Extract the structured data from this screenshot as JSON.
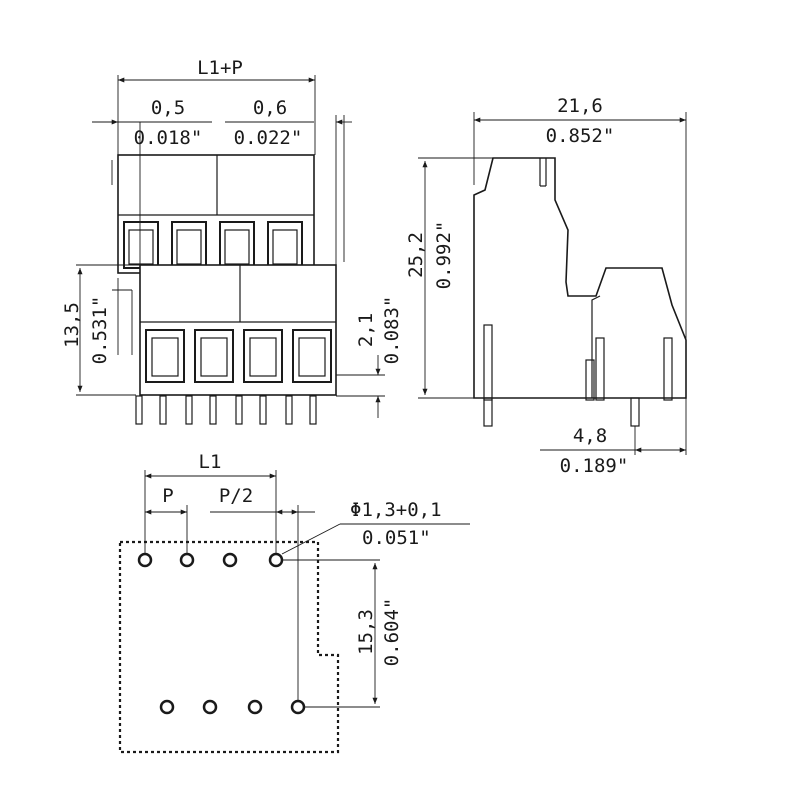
{
  "front_view": {
    "overall_width_label": "L1+P",
    "left_offset_mm": "0,5",
    "left_offset_in": "0.018\"",
    "right_offset_mm": "0,6",
    "right_offset_in": "0.022\"",
    "height_mm": "13,5",
    "height_in": "0.531\"",
    "pin_offset_mm": "2,1",
    "pin_offset_in": "0.083\""
  },
  "side_view": {
    "depth_mm": "21,6",
    "depth_in": "0.852\"",
    "height_mm": "25,2",
    "height_in": "0.992\"",
    "pin_spacing_mm": "4,8",
    "pin_spacing_in": "0.189\""
  },
  "footprint": {
    "span_label": "L1",
    "pitch_label": "P",
    "half_pitch_label": "P/2",
    "hole_mm": "Φ1,3+0,1",
    "hole_in": "0.051\"",
    "row_spacing_mm": "15,3",
    "row_spacing_in": "0.604\""
  }
}
